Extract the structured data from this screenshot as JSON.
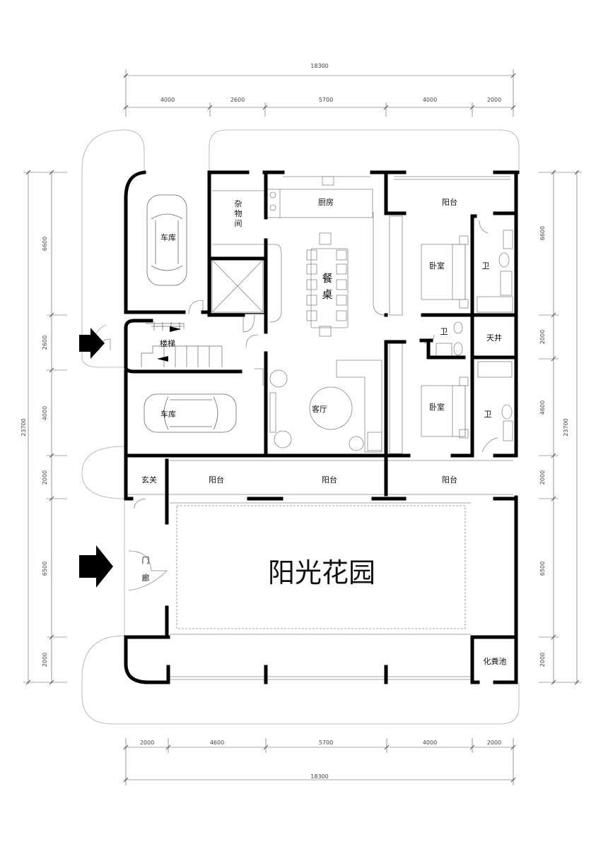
{
  "dimensions": {
    "top_total": "18300",
    "top_segments": [
      "4000",
      "2600",
      "5700",
      "4000",
      "2000"
    ],
    "bottom_total": "18300",
    "bottom_segments": [
      "2000",
      "4600",
      "5700",
      "4000",
      "2000"
    ],
    "left_total": "23700",
    "left_segments": [
      "6600",
      "2600",
      "4000",
      "2000",
      "6500",
      "2000"
    ],
    "right_total": "23700",
    "right_segments": [
      "6600",
      "2000",
      "4600",
      "2000",
      "6500",
      "2000"
    ]
  },
  "rooms": {
    "garage_top": "车库",
    "storage_1": "杂",
    "storage_2": "物",
    "storage_3": "间",
    "kitchen": "厨房",
    "balcony_ne": "阳台",
    "dining_1": "餐",
    "dining_2": "桌",
    "bedroom_1": "卧室",
    "bath_1": "卫",
    "stairs": "楼梯",
    "bath_2": "卫",
    "lightwell": "天井",
    "garage_bottom": "车库",
    "living": "客厅",
    "bedroom_2": "卧室",
    "bath_3": "卫",
    "foyer": "玄关",
    "balcony_s1": "阳台",
    "balcony_s2": "阳台",
    "balcony_s3": "阳台",
    "porch_1": "门",
    "porch_2": "廊",
    "garden": "阳光花园",
    "septic": "化粪池"
  }
}
